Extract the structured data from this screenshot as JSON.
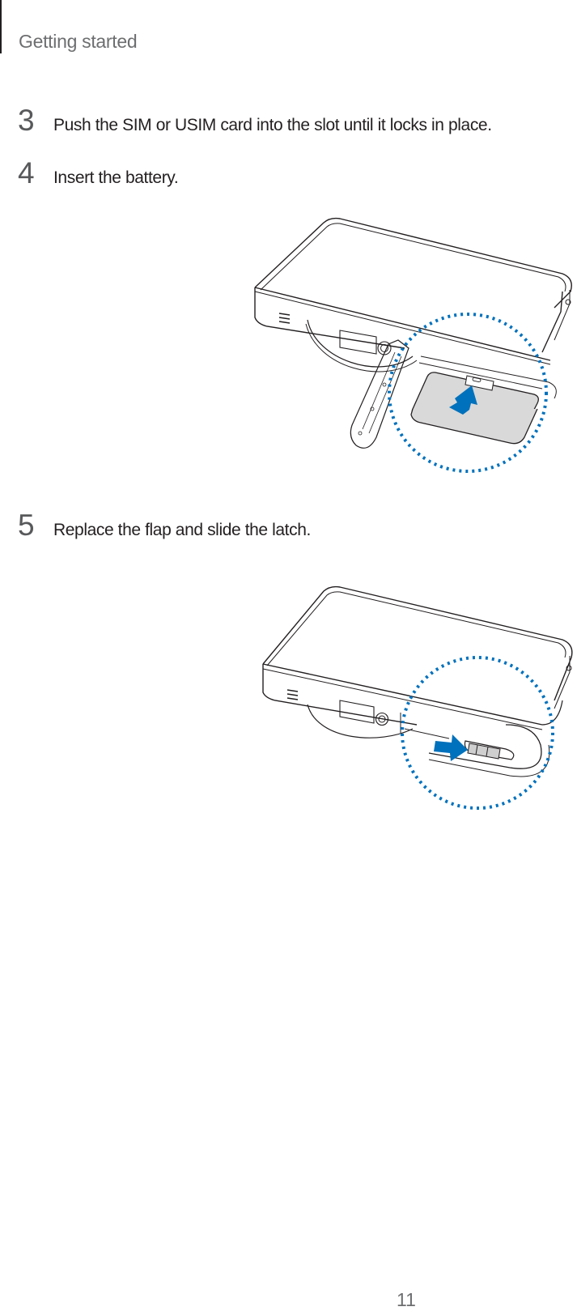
{
  "header": {
    "section_title": "Getting started"
  },
  "steps": [
    {
      "number": "3",
      "text": "Push the SIM or USIM card into the slot until it locks in place."
    },
    {
      "number": "4",
      "text": "Insert the battery."
    },
    {
      "number": "5",
      "text": "Replace the flap and slide the latch."
    }
  ],
  "illustrations": [
    {
      "name": "insert-battery-illustration",
      "arrow_direction": "up",
      "highlight_color": "#0071bc",
      "battery_color": "#d9d9d9"
    },
    {
      "name": "slide-latch-illustration",
      "arrow_direction": "right",
      "highlight_color": "#0071bc"
    }
  ],
  "footer": {
    "page_number": "11"
  },
  "colors": {
    "accent": "#0071bc",
    "text": "#231f20",
    "muted": "#6d6e70",
    "line": "#231f20"
  }
}
